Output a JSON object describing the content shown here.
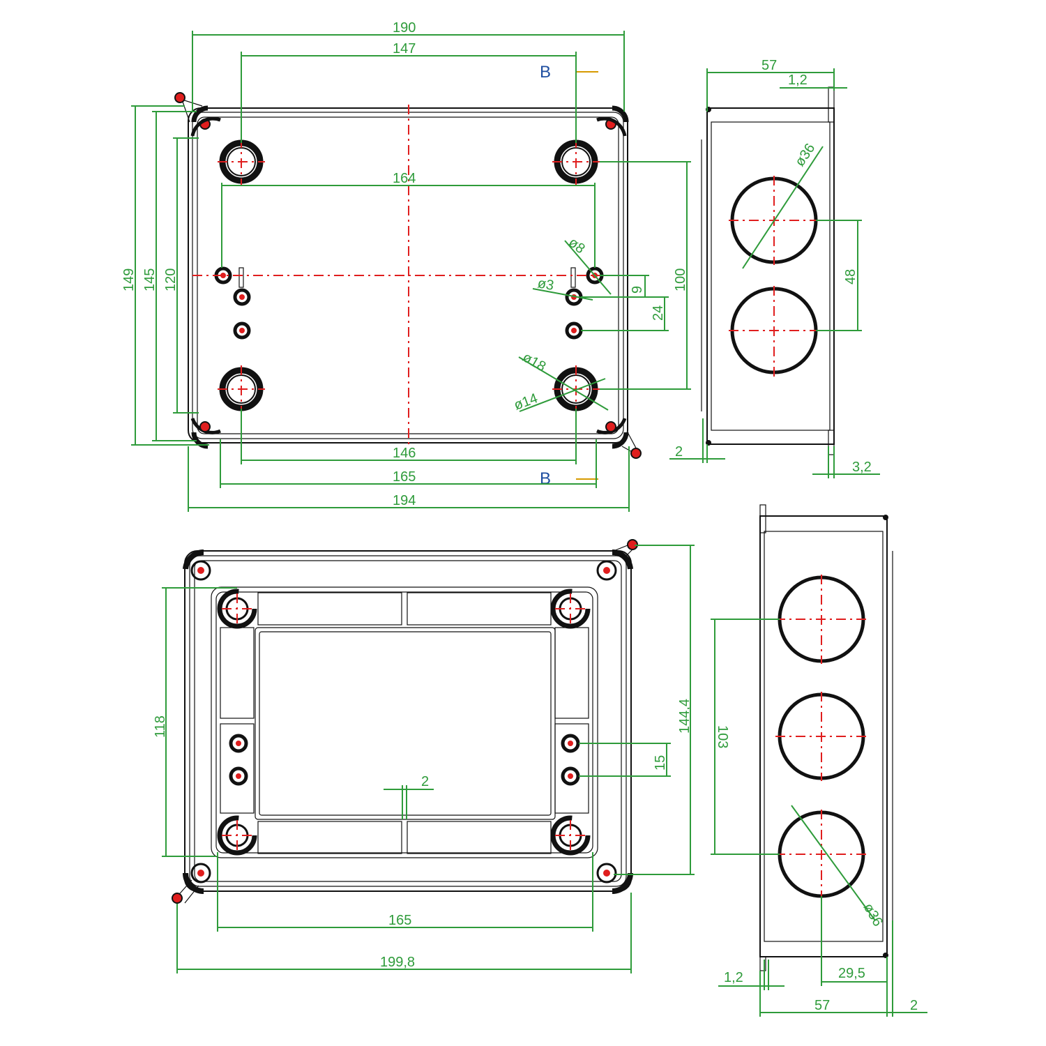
{
  "top_view": {
    "dim_190": "190",
    "dim_147": "147",
    "dim_164": "164",
    "dim_146": "146",
    "dim_165": "165",
    "dim_194": "194",
    "dim_149": "149",
    "dim_145": "145",
    "dim_120": "120",
    "dim_100": "100",
    "dim_9": "9",
    "dim_24": "24",
    "dia_8": "ø8",
    "dia_3": "ø3",
    "dia_18": "ø18",
    "dia_14": "ø14",
    "section_top": "B",
    "section_bottom": "B"
  },
  "side_view_top": {
    "dim_57": "57",
    "dim_1_2": "1,2",
    "dia_36": "ø36",
    "dim_48": "48",
    "dim_2": "2",
    "dim_3_2": "3,2"
  },
  "bottom_view": {
    "dim_118": "118",
    "dim_144_4": "144,4",
    "dim_15": "15",
    "dim_2": "2",
    "dim_165": "165",
    "dim_199_8": "199,8"
  },
  "side_view_bottom": {
    "dim_103": "103",
    "dia_36": "ø36",
    "dim_1_2": "1,2",
    "dim_29_5": "29,5",
    "dim_57": "57",
    "dim_2": "2"
  }
}
